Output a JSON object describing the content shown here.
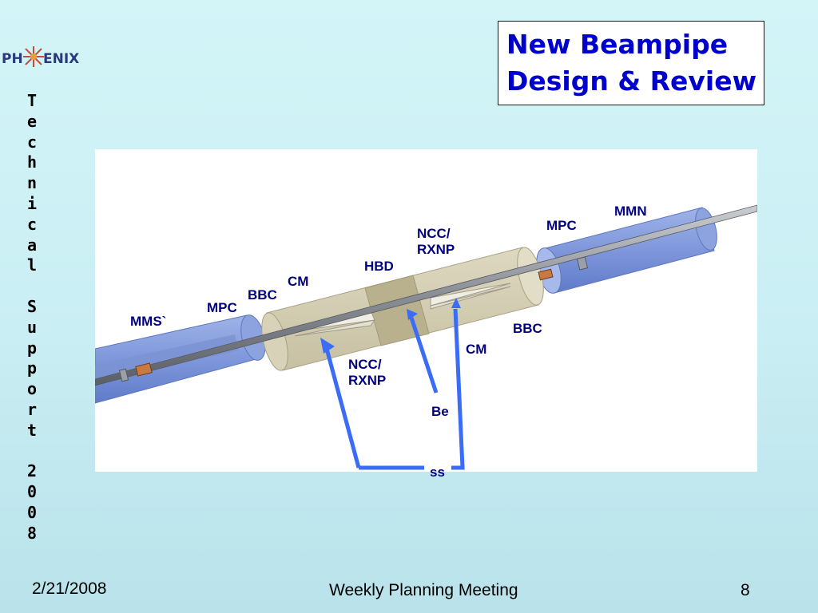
{
  "logo": {
    "text_left": "PH",
    "text_right": "ENIX"
  },
  "side_title": [
    "T",
    "e",
    "c",
    "h",
    "n",
    "i",
    "c",
    "a",
    "l",
    " ",
    "S",
    "u",
    "p",
    "p",
    "o",
    "r",
    "t",
    " ",
    "2",
    "0",
    "0",
    "8"
  ],
  "title": {
    "line1": "New Beampipe",
    "line2": "Design & Review"
  },
  "labels": {
    "mmn": "MMN",
    "mpc_right": "MPC",
    "ncc_rxnp_top": "NCC/\nRXNP",
    "hbd": "HBD",
    "cm_top": "CM",
    "bbc_left": "BBC",
    "mpc_left": "MPC",
    "mms": "MMS`",
    "bbc_right": "BBC",
    "cm_bottom": "CM",
    "ncc_rxnp_bottom": "NCC/\nRXNP",
    "be": "Be",
    "ss": "ss"
  },
  "colors": {
    "title_text": "#0000cc",
    "label_text": "#000080",
    "arrow": "#3b6cf5"
  },
  "footer": {
    "date": "2/21/2008",
    "meeting": "Weekly Planning Meeting",
    "page": "8"
  }
}
